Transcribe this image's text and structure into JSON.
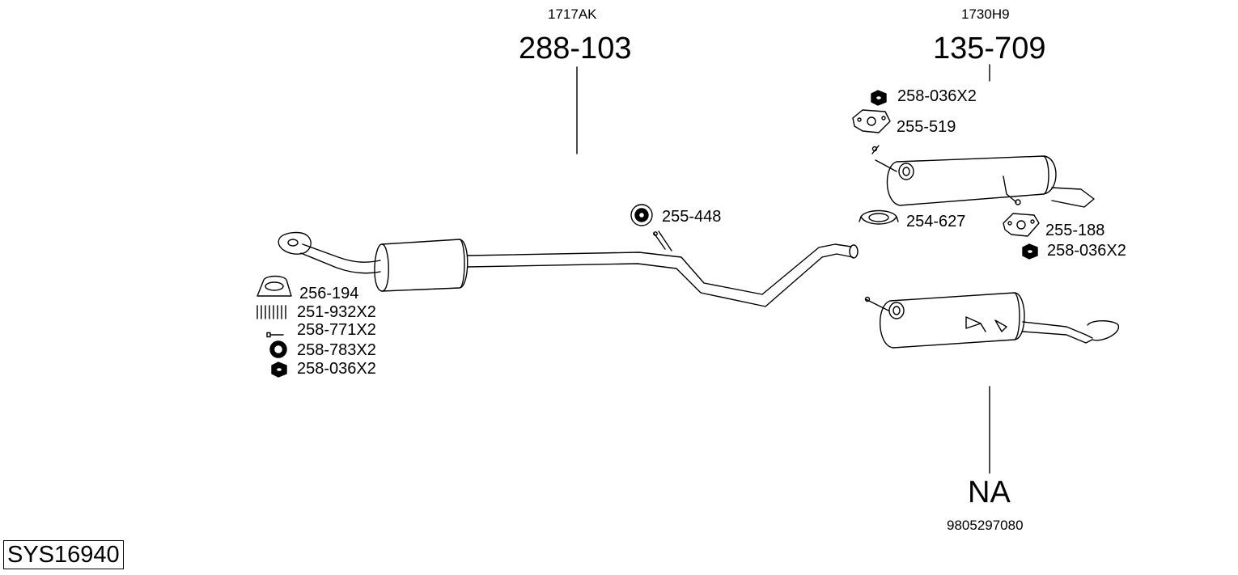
{
  "assembly": {
    "system_code": "SYS16940"
  },
  "main_parts": [
    {
      "ref": "1717AK",
      "part_no": "288-103"
    },
    {
      "ref": "1730H9",
      "part_no": "135-709"
    },
    {
      "ref": "9805297080",
      "part_no": "NA"
    }
  ],
  "fitting_parts": {
    "left": [
      "256-194",
      "251-932X2",
      "258-771X2",
      "258-783X2",
      "258-036X2"
    ],
    "middle": [
      "255-448"
    ],
    "right_upper": [
      "258-036X2",
      "255-519",
      "254-627"
    ],
    "right_lower": [
      "255-188",
      "258-036X2"
    ]
  }
}
